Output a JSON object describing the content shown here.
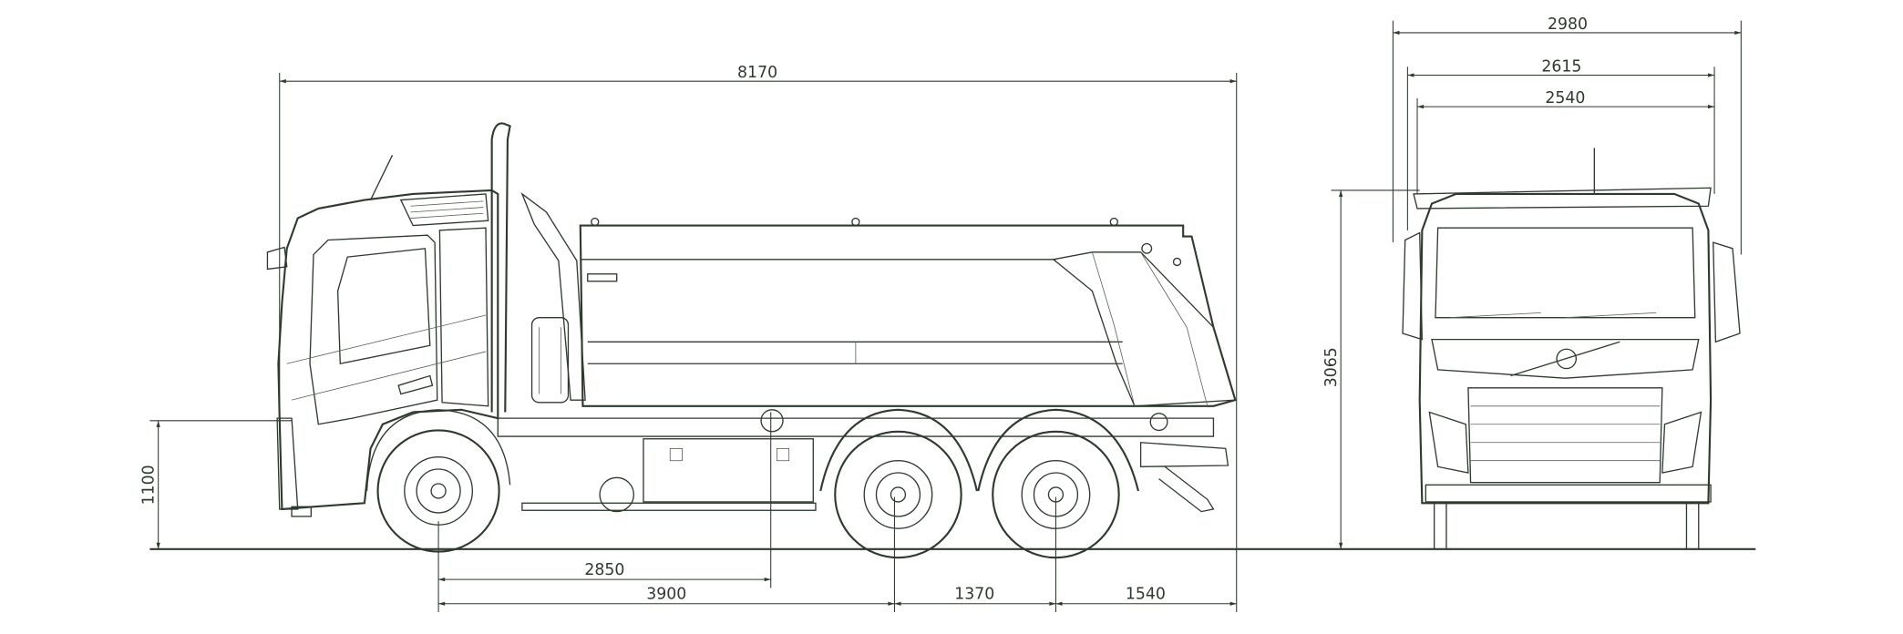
{
  "drawing": {
    "line_color": "#2f3a2f",
    "side_view": {
      "overall_length": "8170",
      "frame_height": "1100",
      "front_axle_to_body_point": "2850",
      "wheelbase": "3900",
      "bogie_spacing": "1370",
      "rear_overhang": "1540"
    },
    "front_view": {
      "overall_width_mirrors": "2980",
      "body_width": "2615",
      "cab_width": "2540",
      "overall_height": "3065"
    }
  }
}
